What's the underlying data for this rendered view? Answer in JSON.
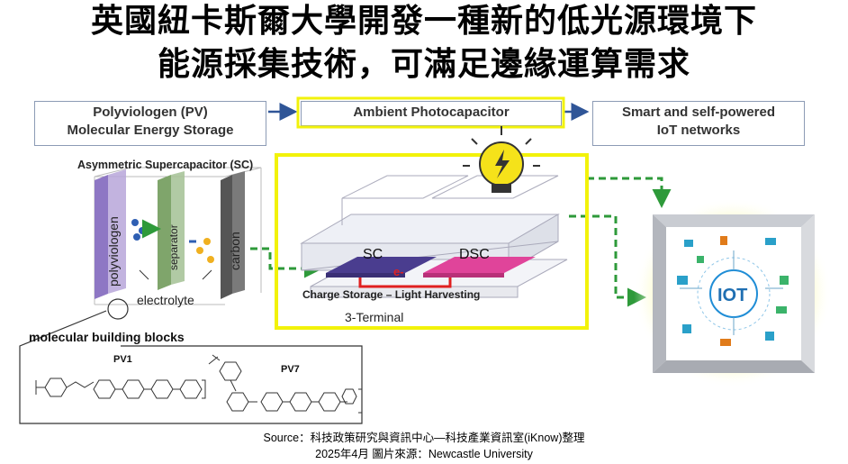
{
  "title": {
    "line1": "英國紐卡斯爾大學開發一種新的低光源環境下",
    "line2": "能源採集技術，可滿足邊緣運算需求"
  },
  "flow": {
    "box1_line1": "Polyviologen (PV)",
    "box1_line2": "Molecular Energy Storage",
    "box2": "Ambient Photocapacitor",
    "box3_line1": "Smart and self-powered",
    "box3_line2": "IoT networks"
  },
  "supercapacitor": {
    "title": "Asymmetric Supercapacitor (SC)",
    "electrode1": "polyviologen",
    "separator": "separator",
    "electrode2": "carbon",
    "electrolyte": "electrolyte"
  },
  "photocapacitor": {
    "sc_label": "SC",
    "dsc_label": "DSC",
    "electron_label": "e-",
    "panel_label": "Charge Storage – Light Harvesting",
    "terminal_label": "3-Terminal"
  },
  "iot": {
    "label": "IOT"
  },
  "molecules": {
    "title": "molecular building blocks",
    "pv1": "PV1",
    "pv7": "PV7"
  },
  "source": {
    "line1": "Source：科技政策研究與資訊中心—科技產業資訊室(iKnow)整理",
    "line2": "2025年4月  圖片來源：Newcastle University"
  },
  "colors": {
    "highlight": "#f2f20a",
    "dashed_link": "#2e9a3a",
    "sc_fill": "#4a3d8f",
    "dsc_fill": "#e0449a",
    "polyviologen": "#b7a6d9",
    "separator": "#a9c49a",
    "carbon": "#7a7a7a"
  }
}
